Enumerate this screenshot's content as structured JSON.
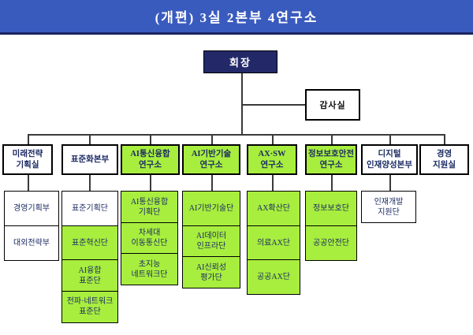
{
  "title": "(개편) 3실 2본부 4연구소",
  "chairman": "회장",
  "audit": "감사실",
  "colors": {
    "header_bg": "#3A5BBE",
    "header_border": "#1A2563",
    "chairman_bg": "#232968",
    "highlight_green": "#A8EE3E",
    "text_navy": "#1B2A63"
  },
  "columns": [
    {
      "title": "미래전략\n기획실",
      "highlight": false,
      "subs": [
        {
          "label": "경영기획부",
          "highlight": false
        },
        {
          "label": "대외전략부",
          "highlight": false
        }
      ]
    },
    {
      "title": "표준화본부",
      "highlight": false,
      "subs": [
        {
          "label": "표준기획단",
          "highlight": false
        },
        {
          "label": "표준혁신단",
          "highlight": true
        },
        {
          "label": "AI융합\n표준단",
          "highlight": true
        },
        {
          "label": "전파·네트워크\n표준단",
          "highlight": true
        }
      ]
    },
    {
      "title": "AI통신융합\n연구소",
      "highlight": true,
      "subs": [
        {
          "label": "AI통신융합\n기획단",
          "highlight": true
        },
        {
          "label": "차세대\n이동통신단",
          "highlight": true
        },
        {
          "label": "초지능\n네트워크단",
          "highlight": true
        }
      ]
    },
    {
      "title": "AI기반기술\n연구소",
      "highlight": true,
      "subs": [
        {
          "label": "AI기반기술단",
          "highlight": true
        },
        {
          "label": "AI데이터\n인프라단",
          "highlight": true
        },
        {
          "label": "AI신뢰성\n평가단",
          "highlight": true
        }
      ]
    },
    {
      "title": "AX·SW\n연구소",
      "highlight": true,
      "subs": [
        {
          "label": "AX확산단",
          "highlight": true
        },
        {
          "label": "의료AX단",
          "highlight": true
        },
        {
          "label": "공공AX단",
          "highlight": true
        }
      ]
    },
    {
      "title": "정보보호안전\n연구소",
      "highlight": true,
      "subs": [
        {
          "label": "정보보호단",
          "highlight": true
        },
        {
          "label": "공공안전단",
          "highlight": true
        }
      ]
    },
    {
      "title": "디지털\n인재양성본부",
      "highlight": false,
      "subs": [
        {
          "label": "인재개발\n지원단",
          "highlight": false
        }
      ]
    },
    {
      "title": "경영\n지원실",
      "highlight": false,
      "subs": []
    }
  ]
}
